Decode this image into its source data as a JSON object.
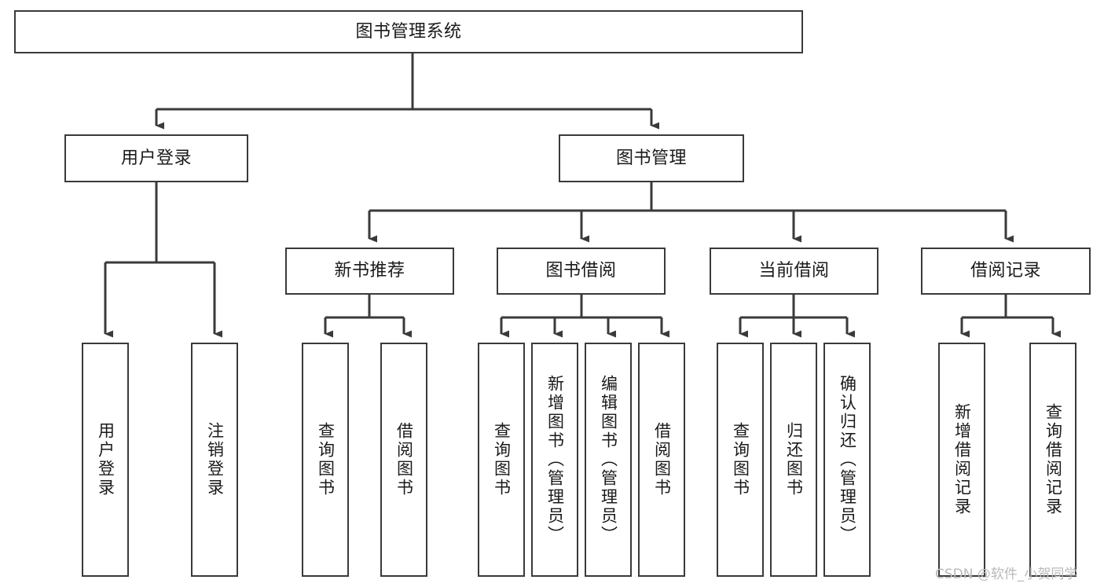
{
  "diagram": {
    "type": "tree-hierarchy",
    "orientation": "top-down",
    "root": {
      "label": "图书管理系统"
    },
    "level2": [
      {
        "label": "用户登录"
      },
      {
        "label": "图书管理"
      }
    ],
    "level3": [
      {
        "label": "新书推荐"
      },
      {
        "label": "图书借阅"
      },
      {
        "label": "当前借阅"
      },
      {
        "label": "借阅记录"
      }
    ],
    "leaves": {
      "user_login_group": [
        {
          "label": "用户登录"
        },
        {
          "label": "注销登录"
        }
      ],
      "new_book_group": [
        {
          "label": "查询图书"
        },
        {
          "label": "借阅图书"
        }
      ],
      "book_borrow_group": [
        {
          "label": "查询图书"
        },
        {
          "label": "新增图书（管理员）"
        },
        {
          "label": "编辑图书（管理员）"
        },
        {
          "label": "借阅图书"
        }
      ],
      "current_borrow_group": [
        {
          "label": "查询图书"
        },
        {
          "label": "归还图书"
        },
        {
          "label": "确认归还（管理员）"
        }
      ],
      "borrow_record_group": [
        {
          "label": "新增借阅记录"
        },
        {
          "label": "查询借阅记录"
        }
      ]
    }
  },
  "watermark": {
    "text": "CSDN @软件_小贺同学"
  },
  "colors": {
    "stroke": "#3a3a3a",
    "text": "#1a1a1a",
    "background": "#ffffff",
    "watermark": "#b9b9b9"
  }
}
